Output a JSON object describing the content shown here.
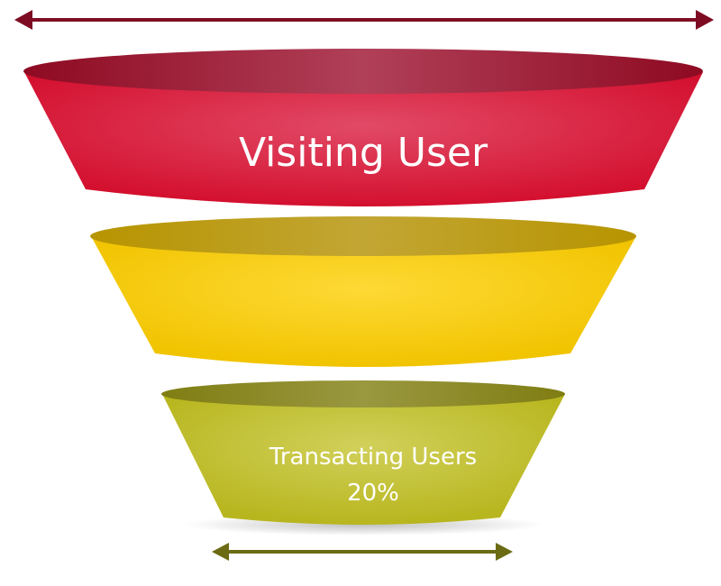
{
  "funnel": {
    "stages": [
      {
        "label": "Visiting User",
        "value": "",
        "color": "#d7153a"
      },
      {
        "label": "",
        "value": "",
        "color": "#f5c800"
      },
      {
        "label": "Transacting Users",
        "value": "20%",
        "color": "#c2c22a"
      }
    ],
    "top_arrow_color": "#7d0c22",
    "bottom_arrow_color": "#6b6b14"
  }
}
